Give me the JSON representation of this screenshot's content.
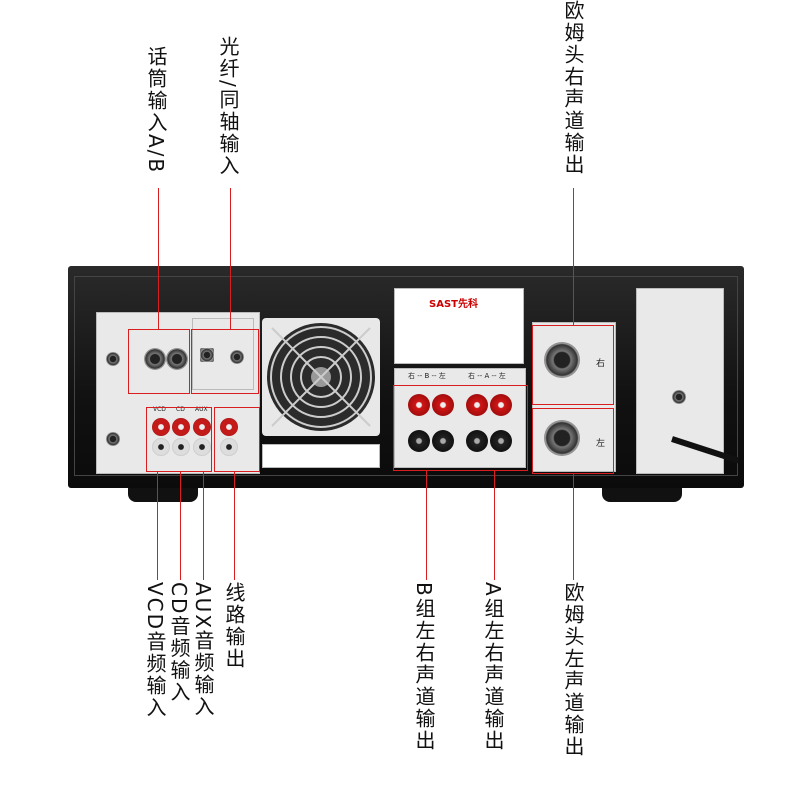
{
  "callouts": {
    "mic_input": "话筒输入A/B",
    "optical_coax_input": "光纤/同轴输入",
    "speakon_right_output": "欧姆头右声道输出",
    "vcd_input": "VCD音频输入",
    "cd_input": "CD音频输入",
    "aux_input": "AUX音频输入",
    "line_output": "线路输出",
    "group_b_output": "B组左右声道输出",
    "group_a_output": "A组左右声道输出",
    "speakon_left_output": "欧姆头左声道输出"
  },
  "panel_text": {
    "brand": "SAST先科",
    "right_label": "右",
    "left_label": "左",
    "b_group": "右 -- B -- 左",
    "a_group": "右 -- A -- 左",
    "vcd": "VCD",
    "cd": "CD",
    "aux": "AUX"
  },
  "colors": {
    "callout_red": "#d81e1e",
    "chassis": "#151515"
  }
}
